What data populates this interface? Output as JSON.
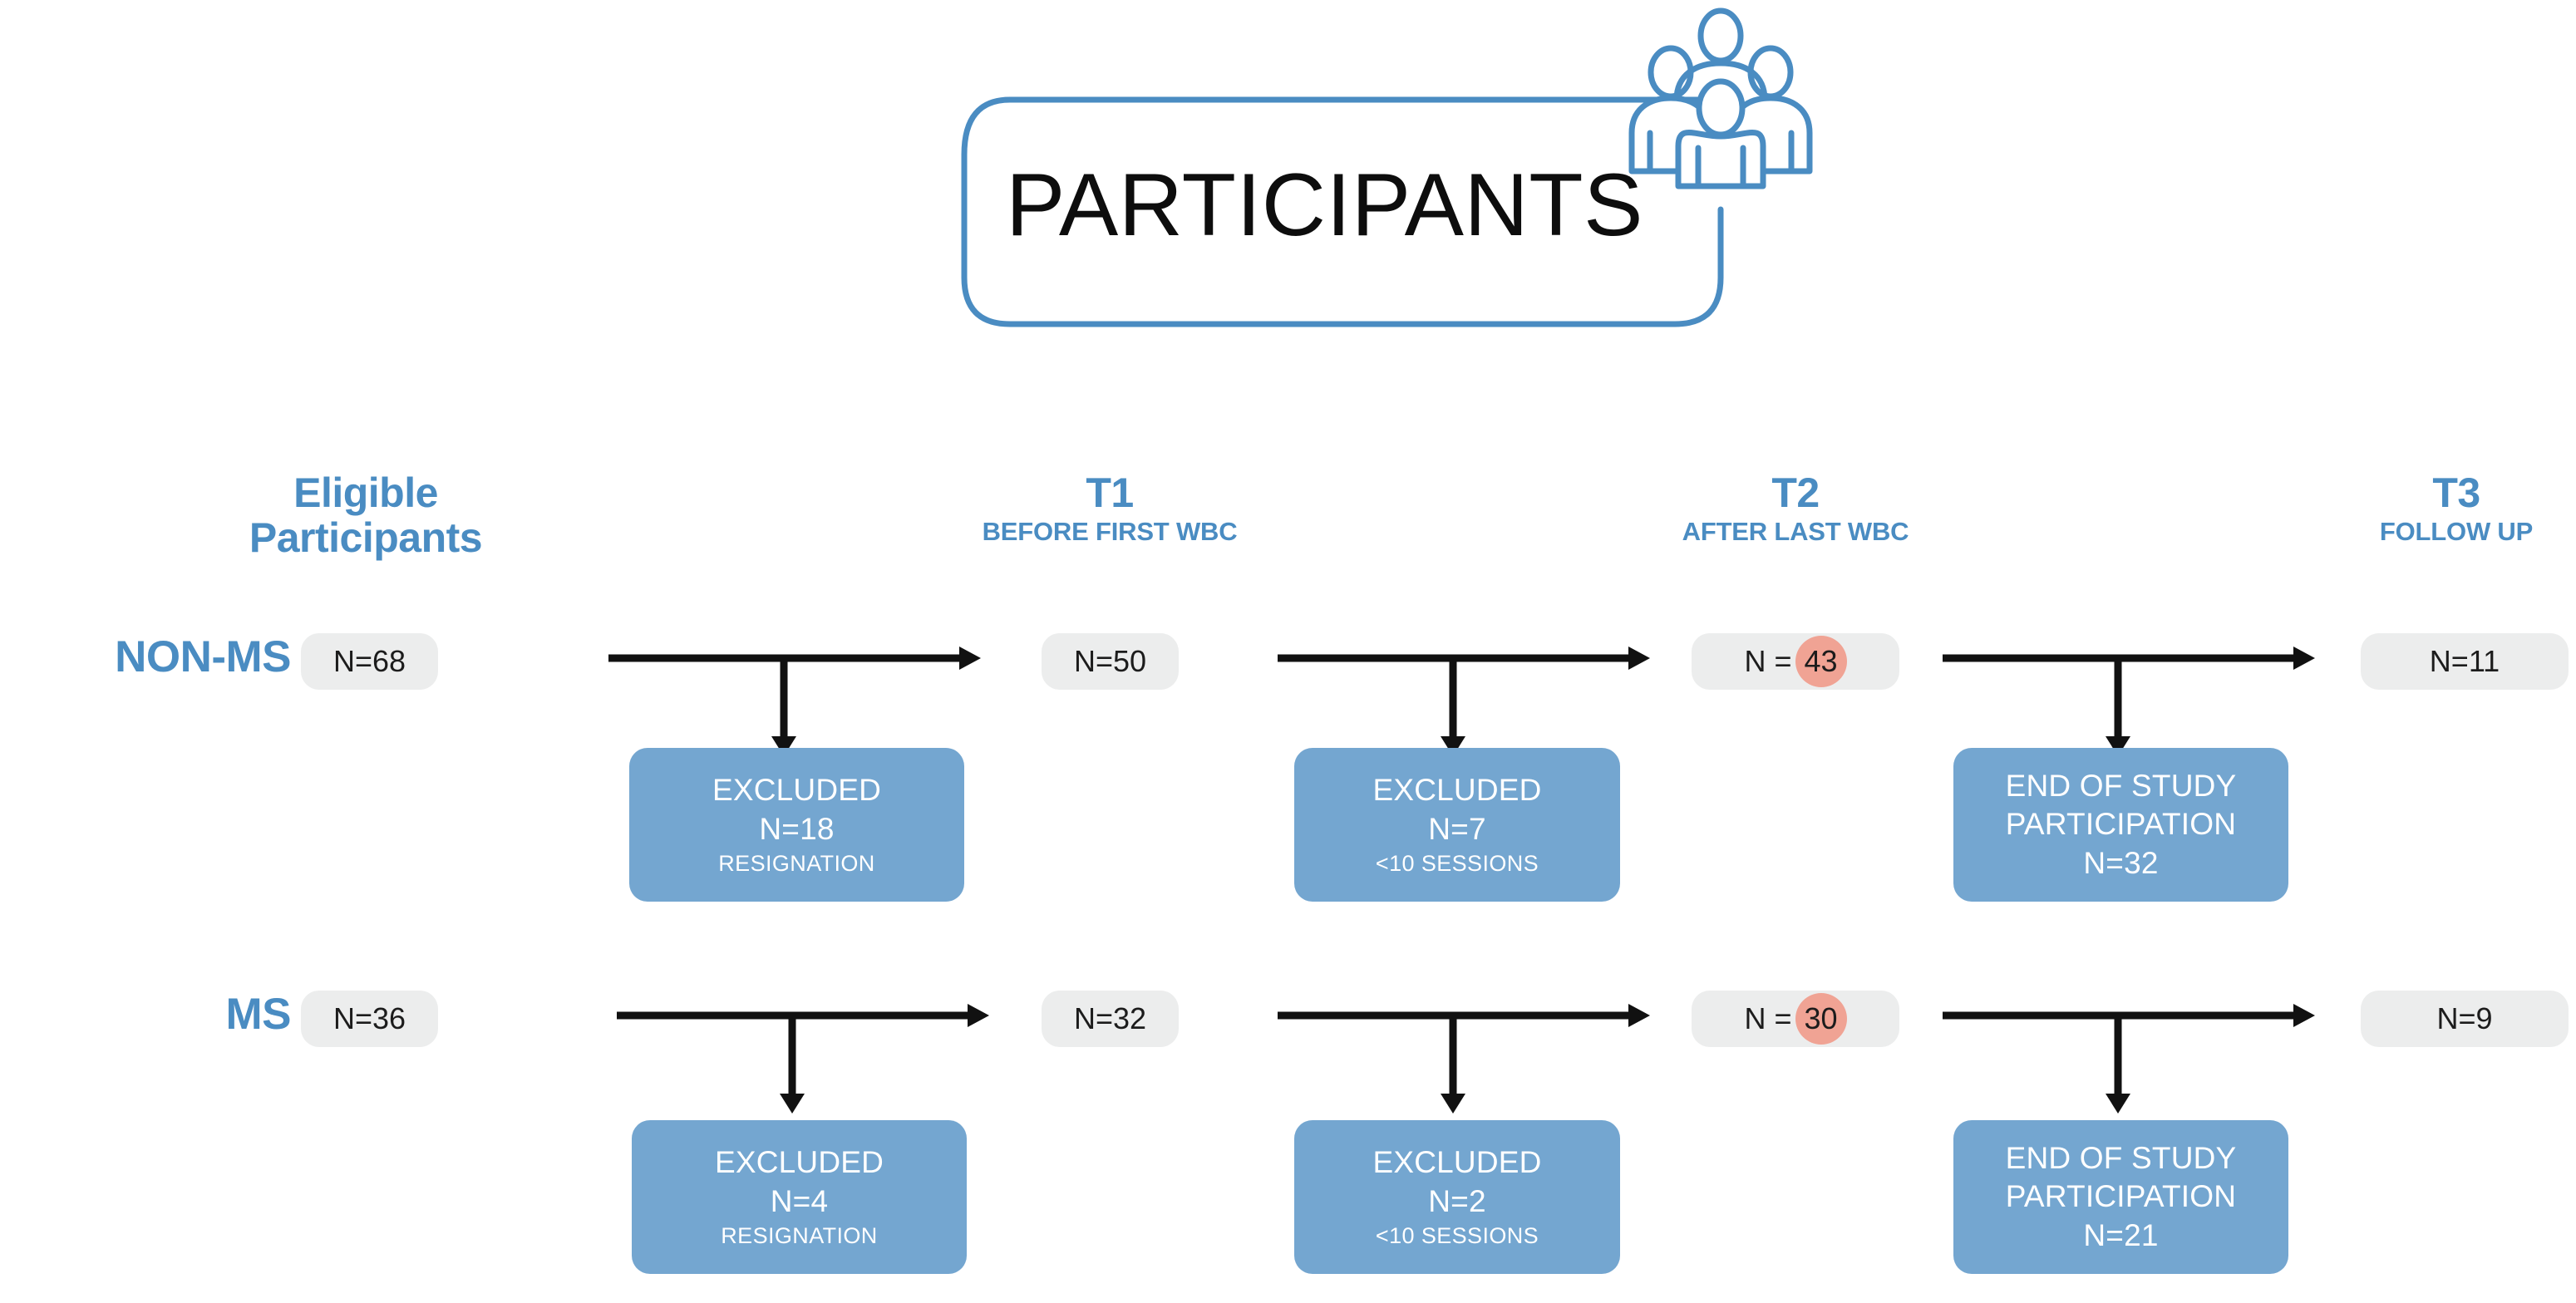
{
  "title": {
    "label": "PARTICIPANTS",
    "icon": "people-group-icon"
  },
  "colors": {
    "accent_blue": "#4a8cc2",
    "box_blue": "#74a6d0",
    "pill_gray": "#eceded",
    "highlight_salmon": "#f0a394",
    "arrow_black": "#111111"
  },
  "columns": [
    {
      "title": "Eligible",
      "title2": "Participants",
      "subtitle": ""
    },
    {
      "title": "T1",
      "title2": "",
      "subtitle": "BEFORE FIRST WBC"
    },
    {
      "title": "T2",
      "title2": "",
      "subtitle": "AFTER LAST WBC"
    },
    {
      "title": "T3",
      "title2": "",
      "subtitle": "FOLLOW UP"
    }
  ],
  "rows": [
    {
      "group": "NON-MS",
      "counts": [
        {
          "prefix": "N=68",
          "highlight": ""
        },
        {
          "prefix": "N=50",
          "highlight": ""
        },
        {
          "prefix": "N = ",
          "highlight": "43"
        },
        {
          "prefix": "N=11",
          "highlight": ""
        }
      ],
      "dropouts": [
        {
          "line1": "EXCLUDED",
          "line2": "N=18",
          "line3": "RESIGNATION"
        },
        {
          "line1": "EXCLUDED",
          "line2": "N=7",
          "line3": "<10 SESSIONS"
        },
        {
          "line1": "END OF STUDY",
          "line2": "PARTICIPATION",
          "line3": "N=32",
          "bigthird": true
        }
      ]
    },
    {
      "group": "MS",
      "counts": [
        {
          "prefix": "N=36",
          "highlight": ""
        },
        {
          "prefix": "N=32",
          "highlight": ""
        },
        {
          "prefix": "N = ",
          "highlight": "30"
        },
        {
          "prefix": "N=9",
          "highlight": ""
        }
      ],
      "dropouts": [
        {
          "line1": "EXCLUDED",
          "line2": "N=4",
          "line3": "RESIGNATION"
        },
        {
          "line1": "EXCLUDED",
          "line2": "N=2",
          "line3": "<10 SESSIONS"
        },
        {
          "line1": "END OF STUDY",
          "line2": "PARTICIPATION",
          "line3": "N=21",
          "bigthird": true
        }
      ]
    }
  ],
  "chart_data": {
    "type": "table",
    "title": "PARTICIPANTS",
    "categories": [
      "Eligible Participants",
      "T1 (Before first WBC)",
      "T2 (After last WBC)",
      "T3 (Follow up)"
    ],
    "series": [
      {
        "name": "NON-MS",
        "values": [
          68,
          50,
          43,
          11
        ]
      },
      {
        "name": "MS",
        "values": [
          36,
          32,
          30,
          9
        ]
      }
    ],
    "attrition": [
      {
        "group": "NON-MS",
        "stage": "Eligible to T1",
        "reason": "RESIGNATION",
        "label": "EXCLUDED",
        "n": 18
      },
      {
        "group": "NON-MS",
        "stage": "T1 to T2",
        "reason": "<10 SESSIONS",
        "label": "EXCLUDED",
        "n": 7
      },
      {
        "group": "NON-MS",
        "stage": "T2 to T3",
        "reason": "",
        "label": "END OF STUDY PARTICIPATION",
        "n": 32
      },
      {
        "group": "MS",
        "stage": "Eligible to T1",
        "reason": "RESIGNATION",
        "label": "EXCLUDED",
        "n": 4
      },
      {
        "group": "MS",
        "stage": "T1 to T2",
        "reason": "<10 SESSIONS",
        "label": "EXCLUDED",
        "n": 2
      },
      {
        "group": "MS",
        "stage": "T2 to T3",
        "reason": "",
        "label": "END OF STUDY PARTICIPATION",
        "n": 21
      }
    ]
  }
}
